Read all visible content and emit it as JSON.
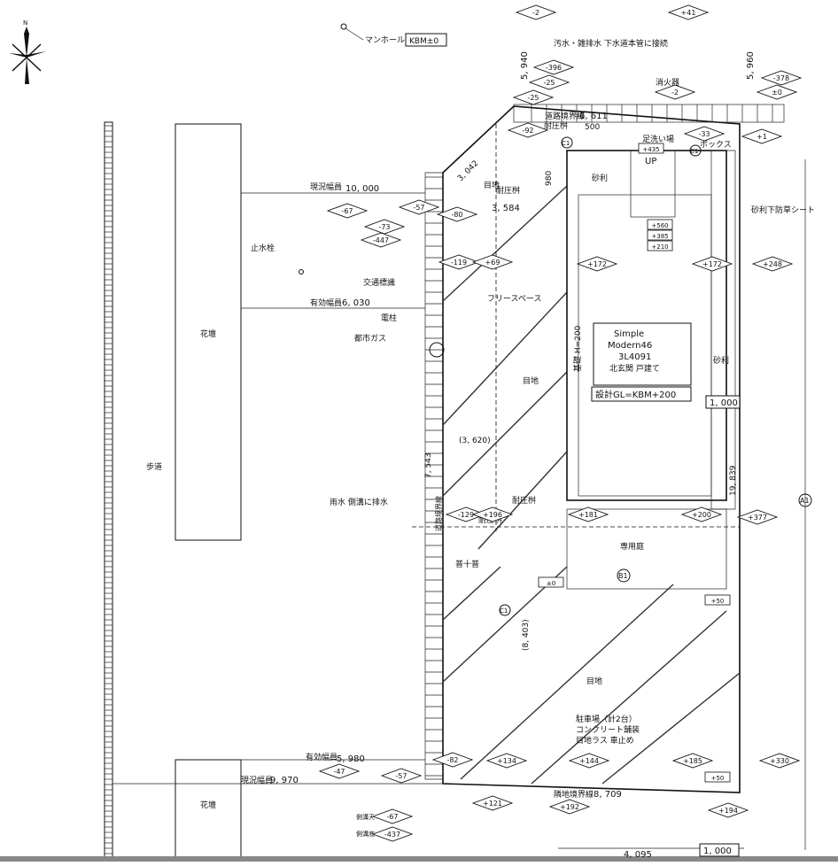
{
  "manhole": {
    "label": "マンホール",
    "kbm": "KBM±0"
  },
  "sewer_note": "汚水・雑排水 下水道本管に接続",
  "extinguisher": "消火器",
  "foot_wash": "足洗い場",
  "box_label": "ボックス",
  "up_label": "UP",
  "pressure_label": "耐圧桝",
  "lawn": "目地",
  "road_boundary": "道路境界線",
  "gravel": "砂利",
  "gravel_sheet": "砂利下防草シート",
  "hydrant": "止水栓",
  "sign": "交通標識",
  "pole": "電柱",
  "gas": "都市ガス",
  "free_space": "フリースペース",
  "planter": "花壇",
  "sidewalk": "歩道",
  "rain_note": "雨水 側溝に排水",
  "main_entry": "普十普",
  "garden": "専用庭",
  "parking": [
    "駐車場（計2台）",
    "コンクリート舗装",
    "目地ラス 車止め"
  ],
  "adjacent": "隣地境界線",
  "current_width": "現況幅員",
  "effective_width": "有効幅員",
  "foundation": "基礎 H=200",
  "side_top": "側溝天",
  "side_bottom": "側溝底",
  "house": {
    "line1": "Simple",
    "line2": "Modern46",
    "line3": "3L4091",
    "line4": "北玄関 戸建て",
    "gl": "設計GL=KBM+200"
  },
  "dims": {
    "d5940": "5, 940",
    "d5960": "5, 960",
    "d6611": "6, 611",
    "d3042": "3, 042",
    "d10000": "10, 000",
    "d3584": "3, 584",
    "d6030": "6, 030",
    "d7543": "7, 543",
    "d3620": "(3, 620)",
    "d8403": "(8, 403)",
    "d19839": "19, 839",
    "d5980": "5, 980",
    "d9970": "9, 970",
    "d8709": "8, 709",
    "d4095": "4, 095",
    "d500": "500",
    "d980": "980",
    "d1000a": "1, 000",
    "d1000b": "1, 000"
  },
  "levels": {
    "top1": "-2",
    "top2": "+41",
    "l_396": "-396",
    "l_25a": "-25",
    "l_25b": "-25",
    "l_2": "-2",
    "l_92": "-92",
    "l_33": "-33",
    "l_378": "-378",
    "l_0a": "±0",
    "l_1": "+1",
    "l_67": "-67",
    "l_57": "-57",
    "l_80": "-80",
    "l_73": "-73",
    "l_447": "-447",
    "l_119": "-119",
    "l_69": "+69",
    "l_172a": "+172",
    "l_172b": "+172",
    "l_248": "+248",
    "l_129": "-129",
    "l_196": "+196",
    "l_181": "+181",
    "l_200": "+200",
    "l_377": "+377",
    "l_0b": "±0",
    "l_50a": "+50",
    "l_82": "-82",
    "l_134": "+134",
    "l_144": "+144",
    "l_185": "+185",
    "l_330": "+330",
    "l_47": "-47",
    "l_57b": "-57",
    "l_121": "+121",
    "l_192": "+192",
    "l_194": "+194",
    "l_67b": "-67",
    "l_437": "-437",
    "l_50b": "+50",
    "l_560": "+560",
    "l_385": "+385",
    "l_210": "+210",
    "l_435": "+435"
  },
  "markers": {
    "c1a": "C1",
    "c1b": "C1",
    "c1c": "C1",
    "b1": "B1",
    "a1": "A1"
  }
}
